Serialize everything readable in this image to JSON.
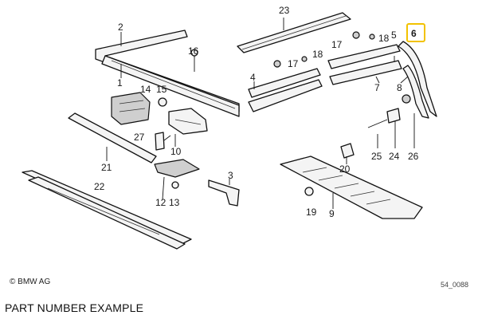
{
  "callouts": {
    "p1": "1",
    "p2": "2",
    "p3": "3",
    "p4": "4",
    "p5": "5",
    "p6": "6",
    "p7": "7",
    "p8": "8",
    "p9": "9",
    "p10": "10",
    "p12": "12",
    "p13": "13",
    "p14": "14",
    "p15": "15",
    "p16": "16",
    "p17a": "17",
    "p17b": "17",
    "p18a": "18",
    "p18b": "18",
    "p19": "19",
    "p20": "20",
    "p21": "21",
    "p22": "22",
    "p23": "23",
    "p24": "24",
    "p25": "25",
    "p26": "26",
    "p27": "27"
  },
  "highlighted_part": "6",
  "highlight_color": "#f2c200",
  "copyright": "© BMW AG",
  "drawing_number": "54_0088",
  "caption": "PART NUMBER EXAMPLE"
}
